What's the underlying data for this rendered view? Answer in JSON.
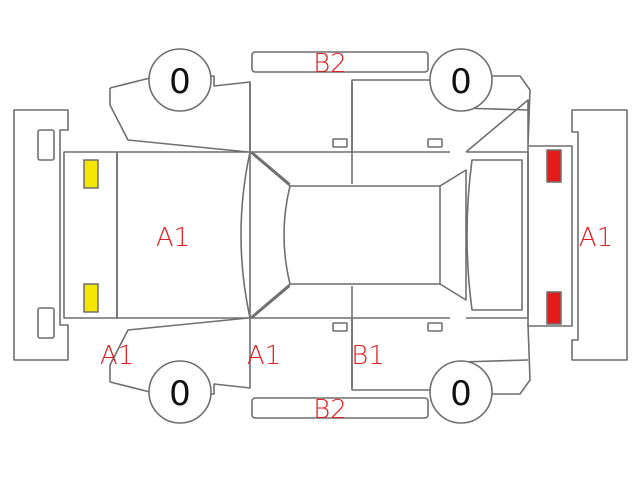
{
  "colors": {
    "line": "#6f6f6f",
    "code_text": "#e31b1b",
    "tire_text": "#111111",
    "front_lamp": "#f5e600",
    "rear_lamp": "#e31b1b"
  },
  "tires": {
    "front_left": "0",
    "rear_left": "0",
    "front_right": "0",
    "rear_right": "0"
  },
  "codes": {
    "top_side": "B2",
    "bottom_side": "B2",
    "hood": "A1",
    "rear_bumper": "A1",
    "front_left_corner": "A1",
    "front_left_door": "A1",
    "rear_left_door": "B1"
  }
}
